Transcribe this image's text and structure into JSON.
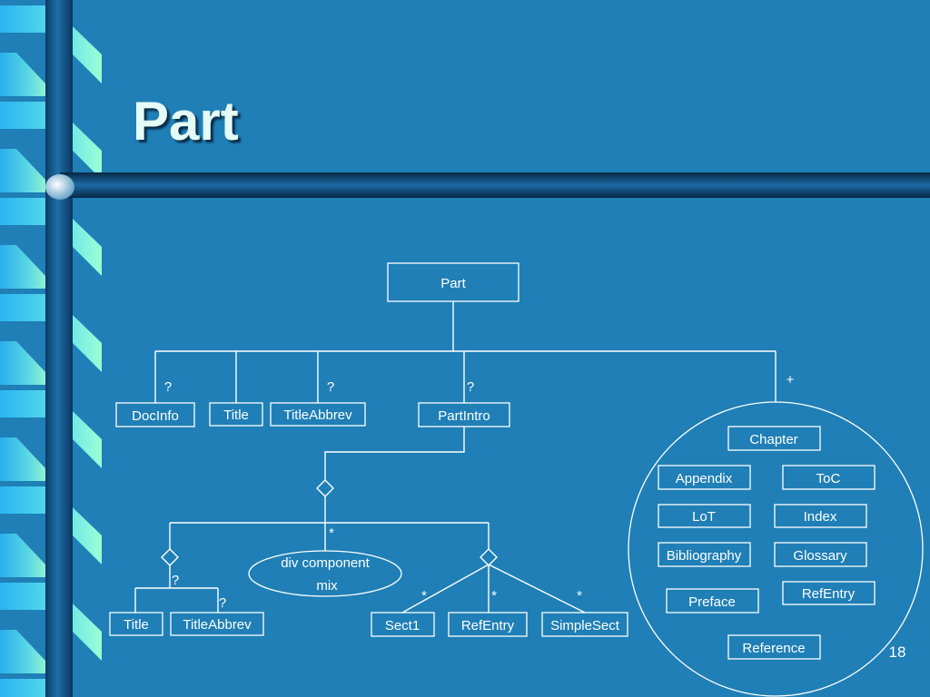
{
  "slide": {
    "title": "Part",
    "page_number": "18"
  },
  "diagram": {
    "root": "Part",
    "children": {
      "docinfo": "DocInfo",
      "title": "Title",
      "titleabbrev": "TitleAbbrev",
      "partintro": "PartIntro"
    },
    "partintro_children": {
      "title": "Title",
      "titleabbrev": "TitleAbbrev",
      "div_component_line1": "div component",
      "div_component_line2": "mix",
      "sect1": "Sect1",
      "refentry": "RefEntry",
      "simplesect": "SimpleSect"
    },
    "components": {
      "chapter": "Chapter",
      "appendix": "Appendix",
      "toc": "ToC",
      "lot": "LoT",
      "index": "Index",
      "bibliography": "Bibliography",
      "glossary": "Glossary",
      "preface": "Preface",
      "refentry": "RefEntry",
      "reference": "Reference"
    },
    "marks": {
      "optional": "?",
      "repeat": "*",
      "one_or_more": "+"
    }
  }
}
